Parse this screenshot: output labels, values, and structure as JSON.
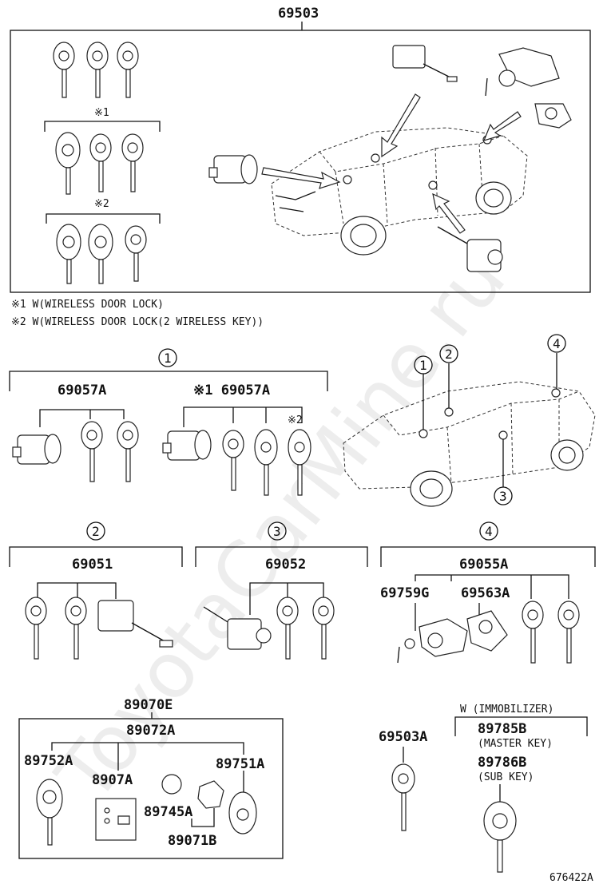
{
  "top_assembly": {
    "part_number": "69503"
  },
  "notes": [
    "※1 W(WIRELESS DOOR LOCK)",
    "※2 W(WIRELESS DOOR LOCK(2 WIRELESS KEY))"
  ],
  "markers": {
    "m1": "※1",
    "m2": "※2"
  },
  "callouts": {
    "c1": "1",
    "c2": "2",
    "c3": "3",
    "c4": "4"
  },
  "group1": {
    "left": "69057A",
    "right": "※1 69057A",
    "sub_mark": "※2"
  },
  "group2": {
    "part": "69051"
  },
  "group3": {
    "part": "69052"
  },
  "group4": {
    "part": "69055A",
    "sub_a": "69759G",
    "sub_b": "69563A"
  },
  "remote": {
    "top": "89070E",
    "second": "89072A",
    "left": "89752A",
    "center": "8907A",
    "right": "89751A",
    "battery": "89745A",
    "case": "89071B"
  },
  "keys": {
    "blank": "69503A",
    "immobilizer": "W (IMMOBILIZER)",
    "master": "89785B",
    "master_label": "(MASTER KEY)",
    "sub": "89786B",
    "sub_label": "(SUB KEY)"
  },
  "figure_id": "676422A",
  "watermark": "ToyotaCarMine.ru"
}
